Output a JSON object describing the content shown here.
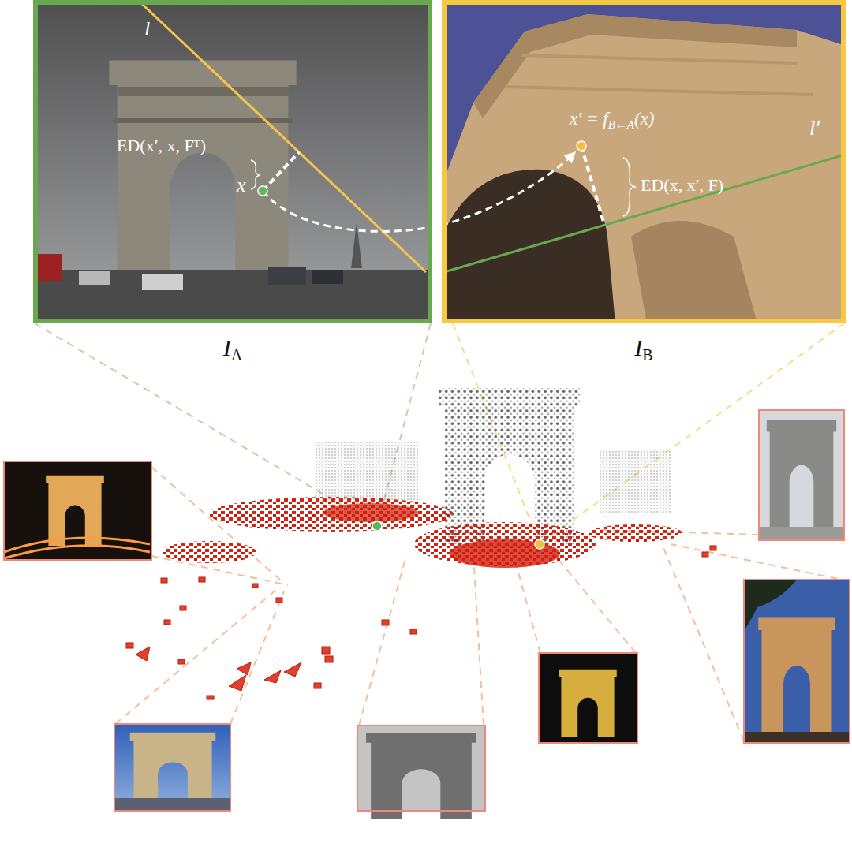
{
  "diagram": {
    "nodes": [
      {
        "text": [
          "I",
          "A"
        ]
      },
      {
        "text": [
          "I",
          "B"
        ]
      }
    ],
    "labels": [
      "l",
      "ED(x′, x, Fᵀ)",
      "x",
      "x′ = f",
      "B←A",
      "(x)",
      "ED(x, x′, F)",
      "l′"
    ]
  }
}
